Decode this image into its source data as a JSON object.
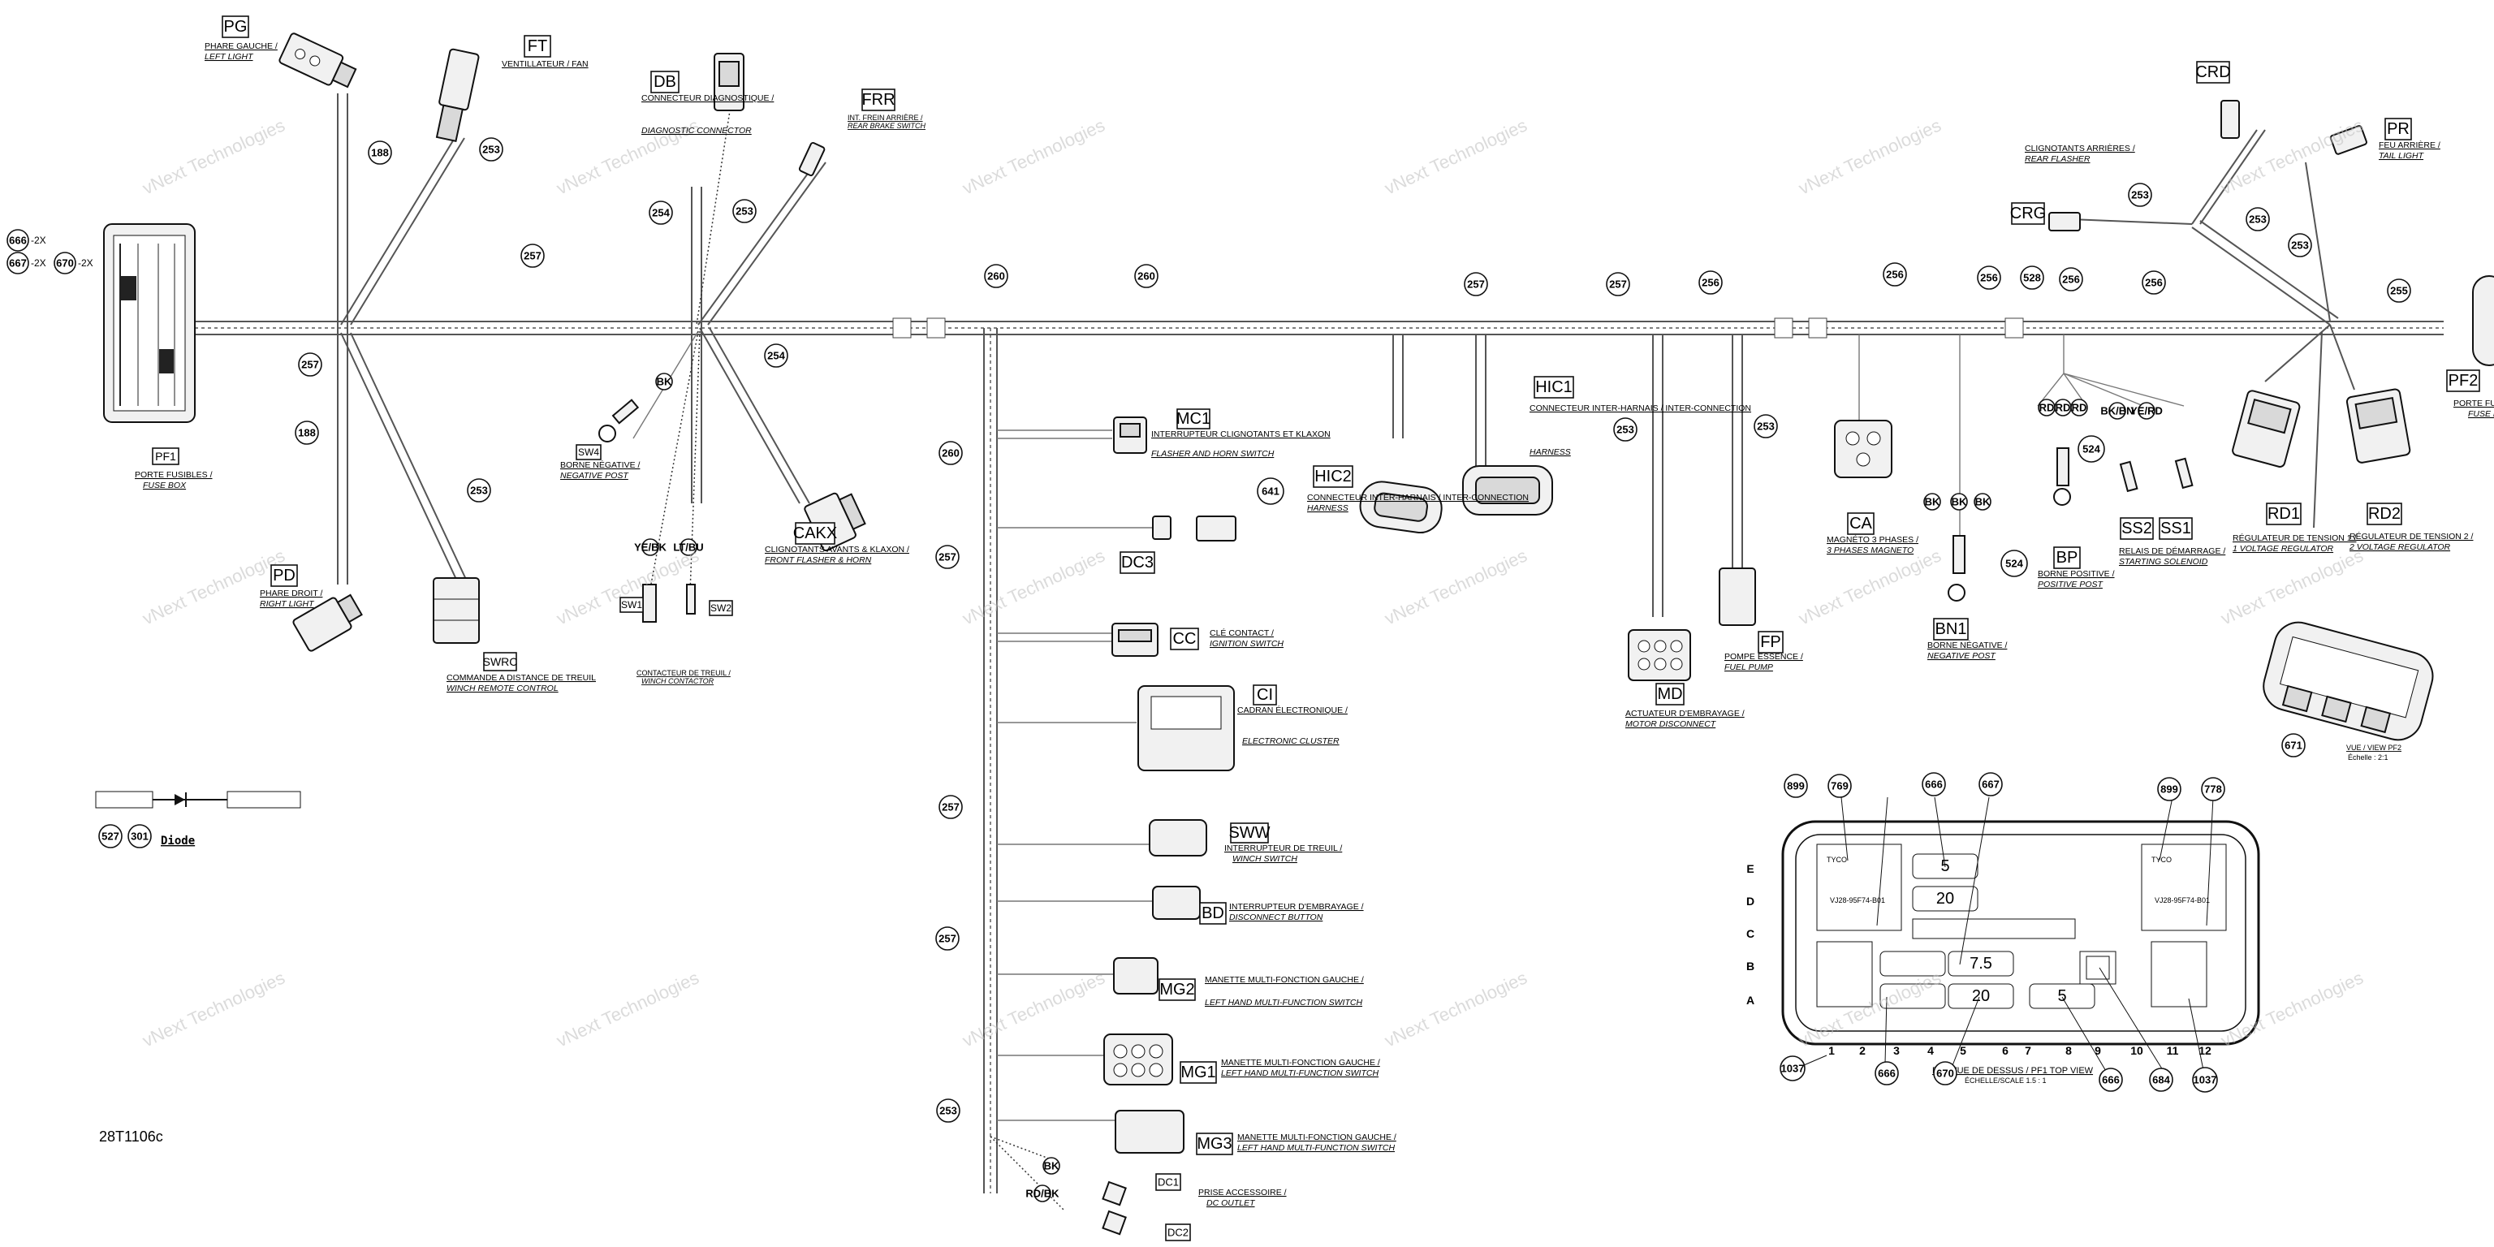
{
  "drawing_code": "28T1106c",
  "watermark": "vNext Technologies",
  "diode_label": "Diode",
  "connectors": {
    "PG": {
      "code": "PG",
      "fr": "PHARE GAUCHE /",
      "en": "LEFT LIGHT"
    },
    "FT": {
      "code": "FT",
      "fr": "VENTILLATEUR / FAN",
      "en": ""
    },
    "DB": {
      "code": "DB",
      "fr": "CONNECTEUR DIAGNOSTIQUE /",
      "en": "DIAGNOSTIC CONNECTOR"
    },
    "FRR": {
      "code": "FRR",
      "fr": "INT. FREIN ARRIÈRE /",
      "en": "REAR BRAKE SWITCH"
    },
    "PF1": {
      "code": "PF1",
      "fr": "PORTE FUSIBLES /",
      "en": "FUSE BOX"
    },
    "SW4": {
      "code": "SW4",
      "fr": "BORNE NÉGATIVE /",
      "en": "NEGATIVE POST"
    },
    "SW1": {
      "code": "SW1"
    },
    "SW2": {
      "code": "SW2"
    },
    "WINCH": {
      "fr": "CONTACTEUR DE TREUIL /",
      "en": "WINCH CONTACTOR"
    },
    "CAKX": {
      "code": "CAKX",
      "fr": "CLIGNOTANTS AVANTS & KLAXON /",
      "en": "FRONT FLASHER & HORN"
    },
    "PD": {
      "code": "PD",
      "fr": "PHARE DROIT /",
      "en": "RIGHT LIGHT"
    },
    "SWRC": {
      "code": "SWRC",
      "fr": "COMMANDE A DISTANCE DE TREUIL",
      "en": "WINCH REMOTE CONTROL"
    },
    "MC1": {
      "code": "MC1",
      "fr": "INTERRUPTEUR CLIGNOTANTS ET KLAXON",
      "en": "FLASHER AND HORN SWITCH"
    },
    "DC3": {
      "code": "DC3"
    },
    "CC": {
      "code": "CC",
      "fr": "CLÉ CONTACT /",
      "en": "IGNITION SWITCH"
    },
    "CI": {
      "code": "CI",
      "fr": "CADRAN ÉLECTRONIQUE /",
      "en": "ELECTRONIC CLUSTER"
    },
    "SWW": {
      "code": "SWW",
      "fr": "INTERRUPTEUR DE TREUIL /",
      "en": "WINCH SWITCH"
    },
    "BD": {
      "code": "BD",
      "fr": "INTERRUPTEUR D'EMBRAYAGE /",
      "en": "DISCONNECT BUTTON"
    },
    "MG2": {
      "code": "MG2",
      "fr": "MANETTE MULTI-FONCTION GAUCHE /",
      "en": "LEFT HAND MULTI-FUNCTION SWITCH"
    },
    "MG1": {
      "code": "MG1",
      "fr": "MANETTE MULTI-FONCTION GAUCHE /",
      "en": "LEFT HAND MULTI-FUNCTION SWITCH"
    },
    "MG3": {
      "code": "MG3",
      "fr": "MANETTE MULTI-FONCTION GAUCHE /",
      "en": "LEFT HAND MULTI-FUNCTION SWITCH"
    },
    "DC1": {
      "code": "DC1"
    },
    "DC2": {
      "code": "DC2"
    },
    "ACC": {
      "fr": "PRISE ACCESSOIRE /",
      "en": "DC OUTLET"
    },
    "HIC2": {
      "code": "HIC2",
      "fr": "CONNECTEUR INTER-HARNAIS / INTER-CONNECTION",
      "en": "HARNESS"
    },
    "HIC1": {
      "code": "HIC1",
      "fr": "CONNECTEUR INTER-HARNAIS / INTER-CONNECTION",
      "en": "HARNESS"
    },
    "MD": {
      "code": "MD",
      "fr": "ACTUATEUR D'EMBRAYAGE /",
      "en": "MOTOR DISCONNECT"
    },
    "FP": {
      "code": "FP",
      "fr": "POMPE ESSENCE /",
      "en": "FUEL PUMP"
    },
    "CA": {
      "code": "CA",
      "fr": "MAGNÉTO 3 PHASES /",
      "en": "3 PHASES MAGNETO"
    },
    "BN1": {
      "code": "BN1",
      "fr": "BORNE NÉGATIVE /",
      "en": "NEGATIVE POST"
    },
    "BP": {
      "code": "BP",
      "fr": "BORNE POSITIVE /",
      "en": "POSITIVE POST"
    },
    "SS2": {
      "code": "SS2"
    },
    "SS1": {
      "code": "SS1"
    },
    "SS": {
      "fr": "RELAIS DE DÉMARRAGE /",
      "en": "STARTING SOLENOID"
    },
    "RD1": {
      "code": "RD1",
      "fr": "RÉGULATEUR DE TENSION 1 /",
      "en": "1 VOLTAGE REGULATOR"
    },
    "RD2": {
      "code": "RD2",
      "fr": "RÉGULATEUR DE TENSION 2 /",
      "en": "2 VOLTAGE REGULATOR"
    },
    "CRD": {
      "code": "CRD"
    },
    "CRG": {
      "code": "CRG",
      "fr": "CLIGNOTANTS ARRIÈRES /",
      "en": "REAR FLASHER"
    },
    "PR": {
      "code": "PR",
      "fr": "FEU ARRIÈRE /",
      "en": "TAIL LIGHT"
    },
    "PF2": {
      "code": "PF2",
      "fr": "PORTE FUSIBLES /",
      "en": "FUSE BOX"
    },
    "PF2VIEW": {
      "title": "VUE / VIEW PF2",
      "scale": "Échelle : 2:1"
    }
  },
  "qty": {
    "q666": "666",
    "q667": "667",
    "q670": "670",
    "x2": "-2X"
  },
  "fusebox": {
    "title": "PF1 VUE DE DESSUS / PF1 TOP VIEW",
    "subtitle": "ÉCHELLE/SCALE 1.5 : 1",
    "rows": [
      "E",
      "D",
      "C",
      "B",
      "A"
    ],
    "cols": [
      "1",
      "2",
      "3",
      "4",
      "5",
      "6",
      "7",
      "8",
      "9",
      "10",
      "11",
      "12"
    ],
    "fuse_values": [
      "5",
      "20",
      "7.5",
      "20",
      "5"
    ],
    "relay_left": "TYCO",
    "relay_right": "TYCO",
    "relay_part": "VJ28-95F74-B01",
    "callouts": [
      "899",
      "769",
      "666",
      "667",
      "899",
      "778",
      "1037",
      "666",
      "670",
      "666",
      "684",
      "1037"
    ]
  }
}
